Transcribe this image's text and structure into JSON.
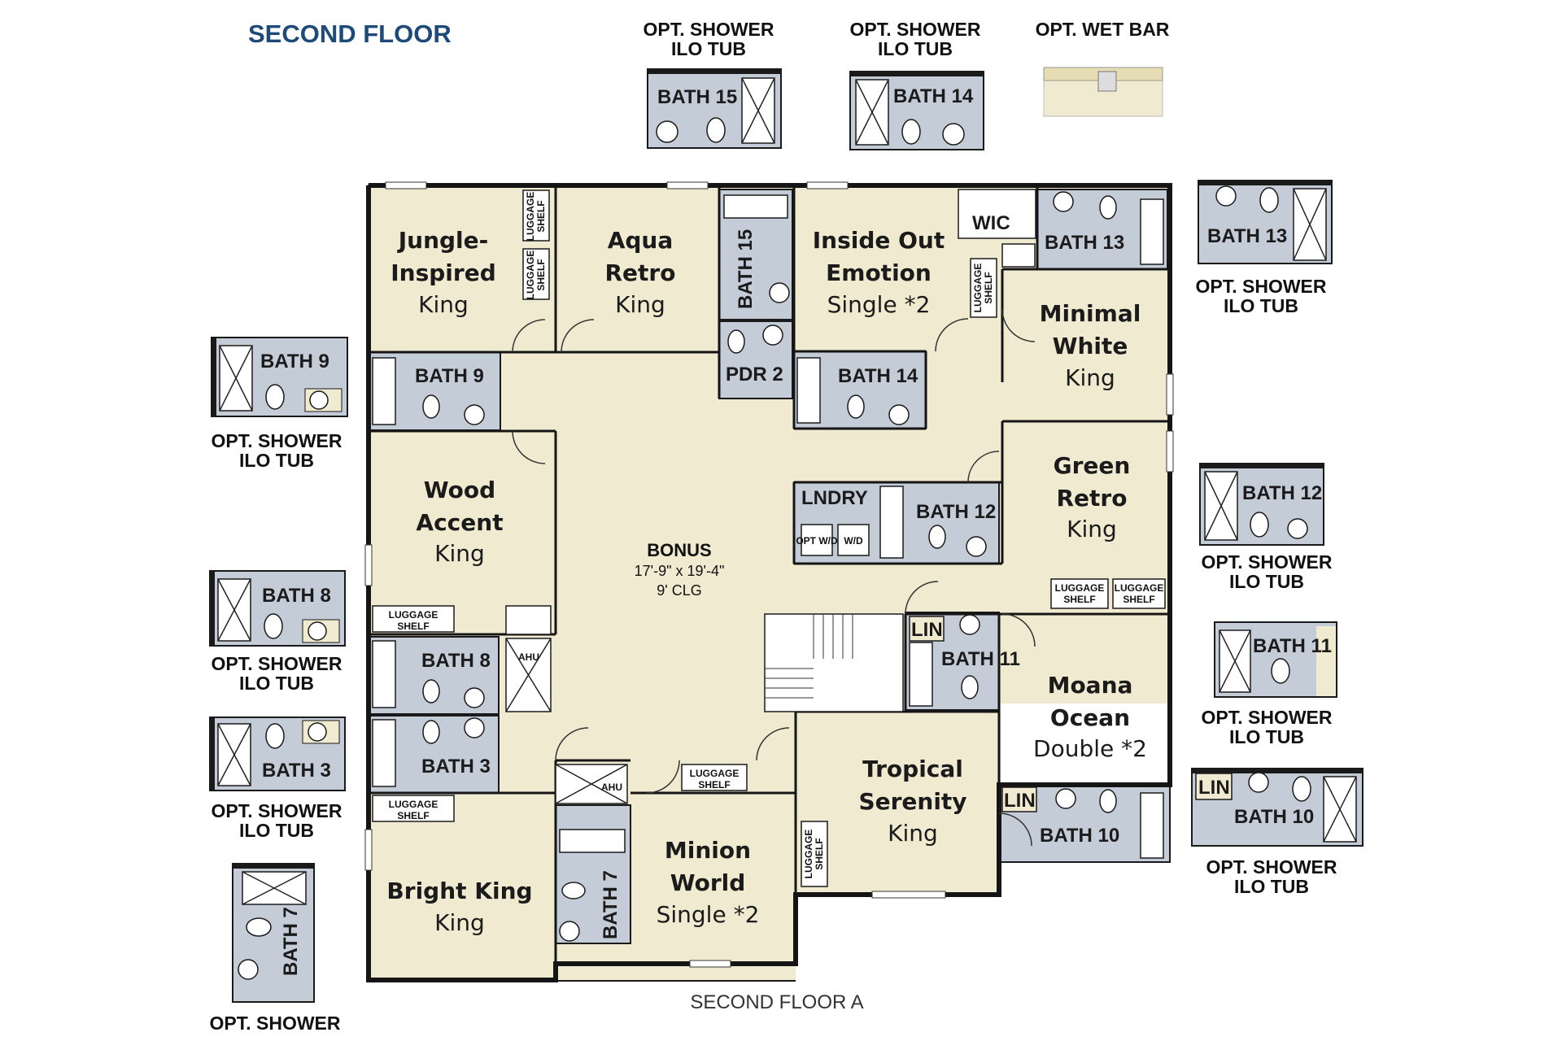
{
  "title": "SECOND FLOOR",
  "footer": "SECOND FLOOR A",
  "rooms": {
    "jungle": {
      "line1": "Jungle-",
      "line2": "Inspired",
      "bed": "King"
    },
    "aqua": {
      "line1": "Aqua",
      "line2": "Retro",
      "bed": "King"
    },
    "insideout": {
      "line1": "Inside Out",
      "line2": "Emotion",
      "bed": "Single *2"
    },
    "minimal": {
      "line1": "Minimal",
      "line2": "White",
      "bed": "King"
    },
    "wood": {
      "line1": "Wood",
      "line2": "Accent",
      "bed": "King"
    },
    "green": {
      "line1": "Green",
      "line2": "Retro",
      "bed": "King"
    },
    "moana": {
      "line1": "Moana",
      "line2": "Ocean",
      "bed": "Double *2"
    },
    "tropical": {
      "line1": "Tropical",
      "line2": "Serenity",
      "bed": "King"
    },
    "minion": {
      "line1": "Minion",
      "line2": "World",
      "bed": "Single *2"
    },
    "bright": {
      "line1": "Bright King",
      "bed": "King"
    }
  },
  "bonus": {
    "name": "BONUS",
    "dims": "17'-9\" x 19'-4\"",
    "ceiling": "9' CLG"
  },
  "baths": {
    "b3": "BATH 3",
    "b7": "BATH 7",
    "b8": "BATH 8",
    "b9": "BATH 9",
    "b10": "BATH 10",
    "b11": "BATH 11",
    "b12": "BATH 12",
    "b13": "BATH 13",
    "b14": "BATH 14",
    "b15": "BATH 15",
    "pdr": "PDR 2"
  },
  "utility": {
    "wic": "WIC",
    "laundry": "LNDRY",
    "lin": "LIN",
    "ahu": "AHU",
    "optwd": "OPT W/D",
    "wd": "W/D",
    "luggage": "LUGGAGE",
    "shelf": "SHELF"
  },
  "options": {
    "line1": "OPT. SHOWER",
    "line2": "ILO TUB",
    "wetbar": "OPT. WET BAR"
  }
}
